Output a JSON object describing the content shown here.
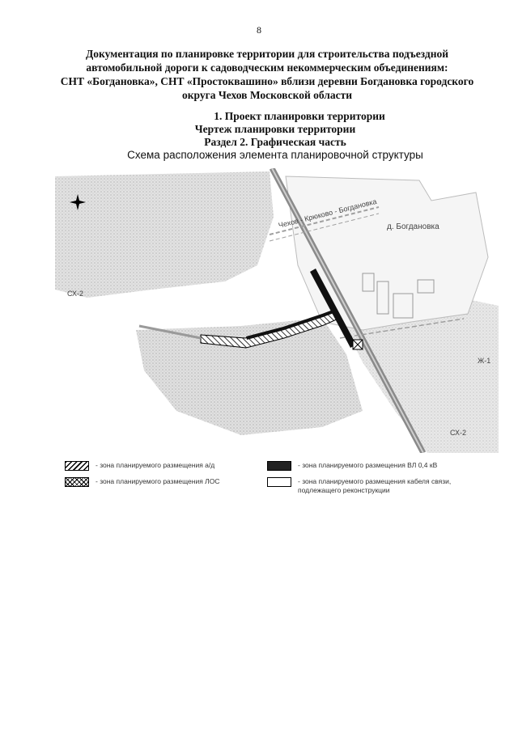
{
  "page_number": "8",
  "title_lines": [
    "Документация по планировке территории для строительства подъездной",
    "автомобильной дороги к садоводческим некоммерческим объединениям:",
    "СНТ «Богдановка», СНТ «Простоквашино» вблизи деревни Богдановка городского",
    "округа Чехов Московской области"
  ],
  "section": {
    "line1": "1. Проект планировки территории",
    "line2": "Чертеж планировки территории",
    "line3": "Раздел 2. Графическая часть",
    "line4": "Схема расположения элемента планировочной структуры"
  },
  "map": {
    "labels": {
      "road": "Чехов - Крюково - Богдановка",
      "village": "д. Богдановка",
      "zone_sh2_left": "СХ-2",
      "zone_sh2_right": "СХ-2",
      "zone_zh1": "Ж-1"
    },
    "icons": {
      "north_arrow": "compass-star-icon"
    },
    "colors": {
      "vegetation": "#bdbdbd",
      "road_main": "#8a8a8a",
      "vl_line": "#111111"
    }
  },
  "legend": {
    "items": [
      {
        "swatch": "hatched-diagonal",
        "text": "- зона планируемого размещения а/д"
      },
      {
        "swatch": "cross-hatched",
        "text": "- зона планируемого размещения ЛОС"
      },
      {
        "swatch": "solid-black",
        "text": "- зона планируемого размещения ВЛ 0,4 кВ"
      },
      {
        "swatch": "white-box",
        "text_line1": "- зона планируемого размещения кабеля связи,",
        "text_line2": "подлежащего реконструкции"
      }
    ]
  }
}
